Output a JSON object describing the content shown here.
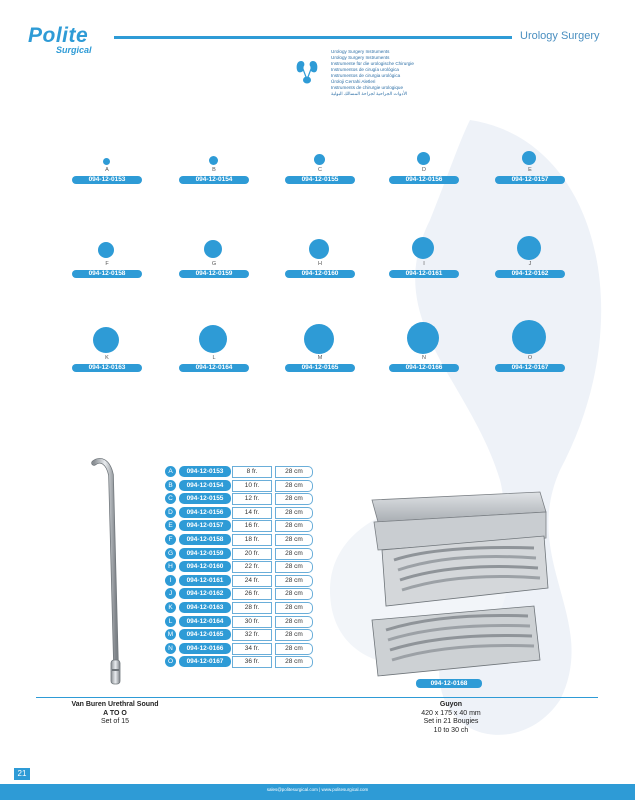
{
  "header": {
    "logo_main": "Polite",
    "logo_sub": "Surgical",
    "section_title": "Urology Surgery",
    "languages": [
      "Urology Surgery Instruments",
      "Urology Surgery Instruments",
      "Instrumente für die urologische Chirurgie",
      "Instrumentos de cirugía urológica",
      "Instrumentos de cirurgia urológica",
      "Üroloji Cerrahi Aletleri",
      "Instruments de chirurgie urologique",
      "الأدوات الجراحية لجراحة المسالك البولية"
    ]
  },
  "grid_items": [
    {
      "letter": "A",
      "code": "094-12-0153"
    },
    {
      "letter": "B",
      "code": "094-12-0154"
    },
    {
      "letter": "C",
      "code": "094-12-0155"
    },
    {
      "letter": "D",
      "code": "094-12-0156"
    },
    {
      "letter": "E",
      "code": "094-12-0157"
    },
    {
      "letter": "F",
      "code": "094-12-0158"
    },
    {
      "letter": "G",
      "code": "094-12-0159"
    },
    {
      "letter": "H",
      "code": "094-12-0160"
    },
    {
      "letter": "I",
      "code": "094-12-0161"
    },
    {
      "letter": "J",
      "code": "094-12-0162"
    },
    {
      "letter": "K",
      "code": "094-12-0163"
    },
    {
      "letter": "L",
      "code": "094-12-0164"
    },
    {
      "letter": "M",
      "code": "094-12-0165"
    },
    {
      "letter": "N",
      "code": "094-12-0166"
    },
    {
      "letter": "O",
      "code": "094-12-0167"
    }
  ],
  "table_rows": [
    {
      "letter": "A",
      "code": "094-12-0153",
      "fr": "8 fr.",
      "length": "28 cm"
    },
    {
      "letter": "B",
      "code": "094-12-0154",
      "fr": "10 fr.",
      "length": "28 cm"
    },
    {
      "letter": "C",
      "code": "094-12-0155",
      "fr": "12 fr.",
      "length": "28 cm"
    },
    {
      "letter": "D",
      "code": "094-12-0156",
      "fr": "14 fr.",
      "length": "28 cm"
    },
    {
      "letter": "E",
      "code": "094-12-0157",
      "fr": "16 fr.",
      "length": "28 cm"
    },
    {
      "letter": "F",
      "code": "094-12-0158",
      "fr": "18 fr.",
      "length": "28 cm"
    },
    {
      "letter": "G",
      "code": "094-12-0159",
      "fr": "20 fr.",
      "length": "28 cm"
    },
    {
      "letter": "H",
      "code": "094-12-0160",
      "fr": "22 fr.",
      "length": "28 cm"
    },
    {
      "letter": "I",
      "code": "094-12-0161",
      "fr": "24 fr.",
      "length": "28 cm"
    },
    {
      "letter": "J",
      "code": "094-12-0162",
      "fr": "26 fr.",
      "length": "28 cm"
    },
    {
      "letter": "K",
      "code": "094-12-0163",
      "fr": "28 fr.",
      "length": "28 cm"
    },
    {
      "letter": "L",
      "code": "094-12-0164",
      "fr": "30 fr.",
      "length": "28 cm"
    },
    {
      "letter": "M",
      "code": "094-12-0165",
      "fr": "32 fr.",
      "length": "28 cm"
    },
    {
      "letter": "N",
      "code": "094-12-0166",
      "fr": "34 fr.",
      "length": "28 cm"
    },
    {
      "letter": "O",
      "code": "094-12-0167",
      "fr": "36 fr.",
      "length": "28 cm"
    }
  ],
  "left_caption": {
    "title": "Van Buren Urethral Sound",
    "range": "A  TO  O",
    "set": "Set of 15"
  },
  "right_product": {
    "code": "094-12-0168",
    "title": "Guyon",
    "dims": "420 x 175 x 40 mm",
    "set": "Set in 21 Bougies",
    "range": "10 to 30 ch"
  },
  "footer": {
    "page_number": "21",
    "contact": "sales@politesurgical.com  |  www.politesurgical.com"
  },
  "colors": {
    "accent": "#2e9bd6"
  }
}
